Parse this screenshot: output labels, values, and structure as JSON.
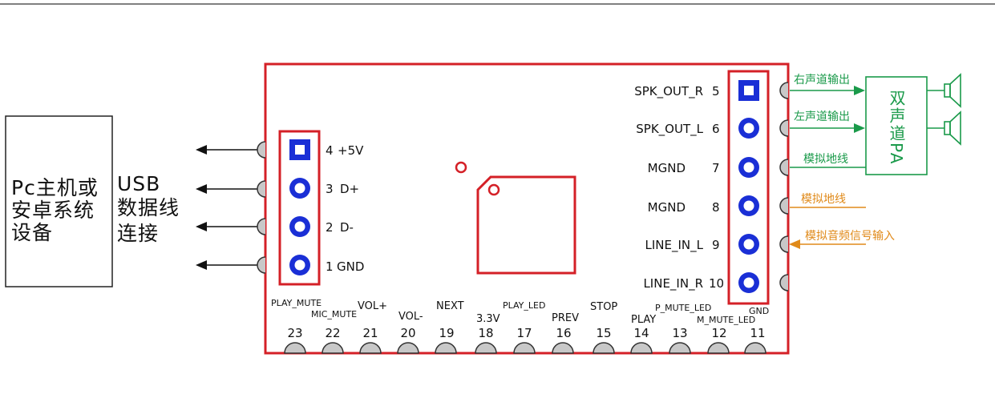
{
  "pc_box": {
    "lines": [
      "Pc主机或",
      "安卓系统",
      "设备"
    ]
  },
  "usb_label": {
    "lines": [
      "USB",
      "数据线",
      "连接"
    ]
  },
  "usb_pins": [
    {
      "num": "4",
      "label": "+5V"
    },
    {
      "num": "3",
      "label": "D+"
    },
    {
      "num": "2",
      "label": "D-"
    },
    {
      "num": "1",
      "label": "GND"
    }
  ],
  "right_pins": [
    {
      "name": "SPK_OUT_R",
      "num": "5"
    },
    {
      "name": "SPK_OUT_L",
      "num": "6"
    },
    {
      "name": "MGND",
      "num": "7"
    },
    {
      "name": "MGND",
      "num": "8"
    },
    {
      "name": "LINE_IN_L",
      "num": "9"
    },
    {
      "name": "LINE_IN_R",
      "num": "10"
    }
  ],
  "bottom_pins": [
    {
      "num": "23",
      "label": "PLAY_MUTE"
    },
    {
      "num": "22",
      "label": "MIC_MUTE"
    },
    {
      "num": "21",
      "label": "VOL+"
    },
    {
      "num": "20",
      "label": "VOL-"
    },
    {
      "num": "19",
      "label": "NEXT"
    },
    {
      "num": "18",
      "label": "3.3V"
    },
    {
      "num": "17",
      "label": "PLAY_LED"
    },
    {
      "num": "16",
      "label": "PREV"
    },
    {
      "num": "15",
      "label": "STOP"
    },
    {
      "num": "14",
      "label": "PLAY"
    },
    {
      "num": "13",
      "label": "P_MUTE_LED"
    },
    {
      "num": "12",
      "label": "M_MUTE_LED"
    },
    {
      "num": "11",
      "label": "GND"
    }
  ],
  "right_annotations": {
    "right_out": "右声道输出",
    "left_out": "左声道输出",
    "gnd_green": "模拟地线",
    "gnd_orange": "模拟地线",
    "analog_in": "模拟音频信号输入"
  },
  "pa_box": {
    "label": "双声道PA"
  },
  "colors": {
    "board_red": "#d42027",
    "pad_blue": "#1a2fd6",
    "green": "#1a9a4a",
    "orange": "#e08a1a",
    "pad_gray": "#c8c8c8"
  }
}
